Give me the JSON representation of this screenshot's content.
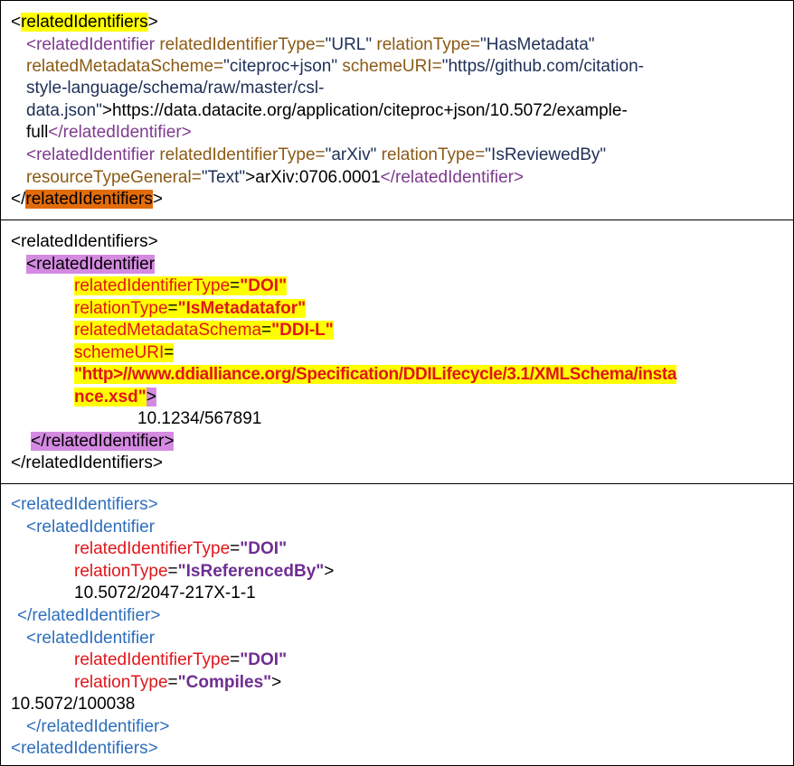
{
  "cell1": {
    "l1_open": "<",
    "l1_tag": "relatedIdentifiers",
    "l1_close": ">",
    "l2_tag": "<relatedIdentifier",
    "l2_attr1": " relatedIdentifierType=",
    "l2_val1": "\"URL\"",
    "l2_attr2": " relationType=",
    "l2_val2": "\"HasMetadata\"",
    "l3_attr1": "relatedMetadataScheme=",
    "l3_val1": "\"citeproc+json\"",
    "l3_attr2": " schemeURI=",
    "l3_val2": "\"https//github.com/citation-",
    "l4_val": "style-language/schema/raw/master/csl-",
    "l5_val": "data.json\"",
    "l5_gt": ">",
    "l5_text": "https://data.datacite.org/application/citeproc+json/10.5072/example-",
    "l6_text": "full",
    "l6_close": "</relatedIdentifier>",
    "l7_tag": "<relatedIdentifier",
    "l7_attr1": " relatedIdentifierType=",
    "l7_val1": "\"arXiv\"",
    "l7_attr2": " relationType=",
    "l7_val2": "\"IsReviewedBy\"",
    "l8_attr": "resourceTypeGeneral=",
    "l8_val": "\"Text\"",
    "l8_gt": ">",
    "l8_text": "arXiv:0706.0001",
    "l8_close": "</relatedIdentifier>",
    "l9_open": "</",
    "l9_tag": "relatedIdentifiers",
    "l9_close": ">"
  },
  "cell2": {
    "l1": "<relatedIdentifiers>",
    "l2": "<relatedIdentifier",
    "l3_attr": "relatedIdentifierType",
    "l3_eq": "=",
    "l3_val": "\"DOI\"",
    "l4_attr": "relationType",
    "l4_eq": "=",
    "l4_val": "\"IsMetadatafor\"",
    "l5_attr": "relatedMetadataSchema",
    "l5_eq": "=",
    "l5_val": "\"DDI-L\"",
    "l6_attr": "schemeURI",
    "l6_eq": "=",
    "l7_val": "\"http>//www.ddialliance.org/Specification/DDILifecycle/3.1/XMLSchema/insta",
    "l8_val": "nce.xsd\"",
    "l8_gt": ">",
    "l9_text": "10.1234/567891",
    "l10": "</relatedIdentifier>",
    "l11": "</relatedIdentifiers>"
  },
  "cell3": {
    "l1": "<relatedIdentifiers>",
    "l2": "<relatedIdentifier",
    "l3_attr": "relatedIdentifierType",
    "l3_eq": "=",
    "l3_val": "\"DOI\"",
    "l4_attr": "relationType",
    "l4_eq": "=",
    "l4_val": "\"IsReferencedBy\"",
    "l4_gt": ">",
    "l5_text": "10.5072/2047-217X-1-1",
    "l6": "</relatedIdentifier>",
    "l7": "<relatedIdentifier",
    "l8_attr": "relatedIdentifierType",
    "l8_eq": "=",
    "l8_val": "\"DOI\"",
    "l9_attr": "relationType",
    "l9_eq": "=",
    "l9_val": "\"Compiles\"",
    "l9_gt": ">",
    "l10_text": "10.5072/100038",
    "l11": "</relatedIdentifier>",
    "l12": "<relatedIdentifiers>"
  }
}
